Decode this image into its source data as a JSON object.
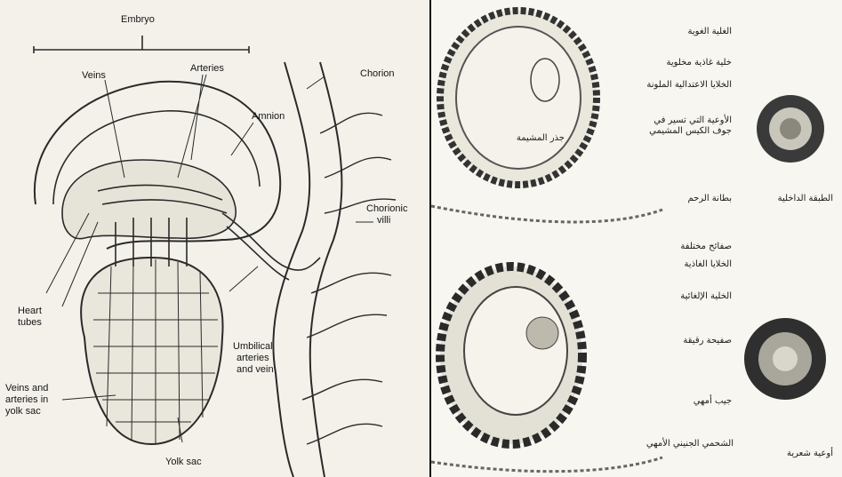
{
  "left_panel": {
    "labels": {
      "embryo": "Embryo",
      "veins": "Veins",
      "arteries": "Arteries",
      "chorion": "Chorion",
      "amnion": "Amnion",
      "chorionic_villi_1": "Chorionic",
      "chorionic_villi_2": "villi",
      "heart_tubes_1": "Heart",
      "heart_tubes_2": "tubes",
      "umbilical_1": "Umbilical",
      "umbilical_2": "arteries",
      "umbilical_3": "and vein",
      "yolk_veins_1": "Veins and",
      "yolk_veins_2": "arteries in",
      "yolk_veins_3": "yolk sac",
      "yolk_sac": "Yolk sac"
    }
  },
  "right_panel": {
    "top_labels": {
      "t1": "الغلية الغوية",
      "t2": "خلية غاذية مخلوية",
      "t3": "الخلايا الاعتدالية الملونة",
      "t4": "الأوعية التي تسير في جوف الكيس المشيمي",
      "t5": "جذر المشيمة",
      "t6": "بطانة الرحم",
      "t7": "الطبقة الداخلية"
    },
    "bottom_labels": {
      "b1": "صفائح مختلفة",
      "b2": "الخلايا الغاذية",
      "b3": "الخلية الإلغائية",
      "b4": "صفيحة رقيقة",
      "b5": "جيب أمهي",
      "b6": "الشحمي الجنيني الأمهي",
      "b7": "أوعية شعرية"
    }
  }
}
